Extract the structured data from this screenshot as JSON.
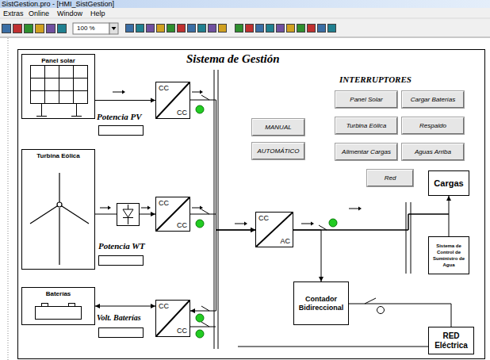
{
  "diagram": {
    "title": "Sistema de Gestión",
    "nodes": [
      {
        "text": [
          "Panel solar"
        ]
      },
      {
        "text": [
          "CC",
          "CC"
        ]
      },
      {
        "text": [
          "MANUAL"
        ]
      },
      {
        "text": [
          "AUTOMÁTICO"
        ]
      },
      {
        "text": [
          "Panel Solar"
        ]
      },
      {
        "text": [
          "Cargar Baterías"
        ]
      },
      {
        "text": [
          "Turbina Eólica"
        ]
      },
      {
        "text": [
          "Respaldo"
        ]
      },
      {
        "text": [
          "Alimentar Cargas"
        ]
      },
      {
        "text": [
          "Aguas Arriba"
        ]
      },
      {
        "text": [
          "Red"
        ]
      },
      {
        "text": [
          "Cargas"
        ]
      },
      {
        "text": [
          "Turbina Eólica"
        ]
      },
      {
        "text": [
          "CC",
          "CC"
        ]
      },
      {
        "text": [
          "CC",
          "AC"
        ]
      },
      {
        "text": [
          "Sistema de Control de Suministro de Agua"
        ]
      },
      {
        "text": [
          "Baterías"
        ]
      },
      {
        "text": [
          "CC",
          "CC"
        ]
      },
      {
        "text": [
          "Contador Bidireccional"
        ]
      },
      {
        "text": [
          "RED Eléctrica"
        ]
      }
    ],
    "edges": [
      {
        "from": 0,
        "to": 1,
        "arrow": "to"
      },
      {
        "from": 12,
        "to": 13,
        "arrow": "to"
      },
      {
        "from": 16,
        "to": 17,
        "arrow": "both"
      },
      {
        "from": 1,
        "to": 14,
        "arrow": "to"
      },
      {
        "from": 13,
        "to": 14,
        "arrow": "to"
      },
      {
        "from": 17,
        "to": 14,
        "arrow": "both"
      },
      {
        "from": 14,
        "to": 11,
        "arrow": "to"
      },
      {
        "from": 14,
        "to": 15,
        "arrow": "none"
      },
      {
        "from": 14,
        "to": 18,
        "arrow": "to"
      },
      {
        "from": 18,
        "to": 19,
        "arrow": "none"
      }
    ],
    "labels": [
      "SistGestion.pro - [HMI_SistGestion]",
      "Extras",
      "Online",
      "Window",
      "Help",
      "100 %",
      "INTERRUPTORES",
      "Potencia PV",
      "Potencia WT",
      "Volt. Baterías"
    ]
  }
}
